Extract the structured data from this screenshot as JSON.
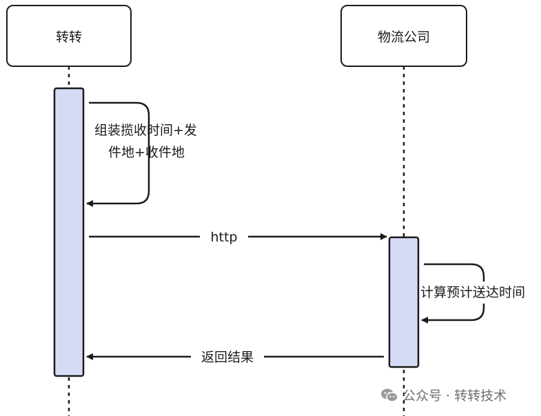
{
  "participants": {
    "left": "转转",
    "right": "物流公司"
  },
  "messages": {
    "self_left_line1": "组装揽收时间+发",
    "self_left_line2": "件地+收件地",
    "request": "http",
    "self_right": "计算预计送达时间",
    "response": "返回结果"
  },
  "watermark": {
    "text": "公众号 · 转转技术",
    "icon": "wechat-icon"
  },
  "colors": {
    "activation_fill": "#d6dbf5",
    "stroke": "#1a1a1a",
    "watermark": "#6f6f6f"
  }
}
